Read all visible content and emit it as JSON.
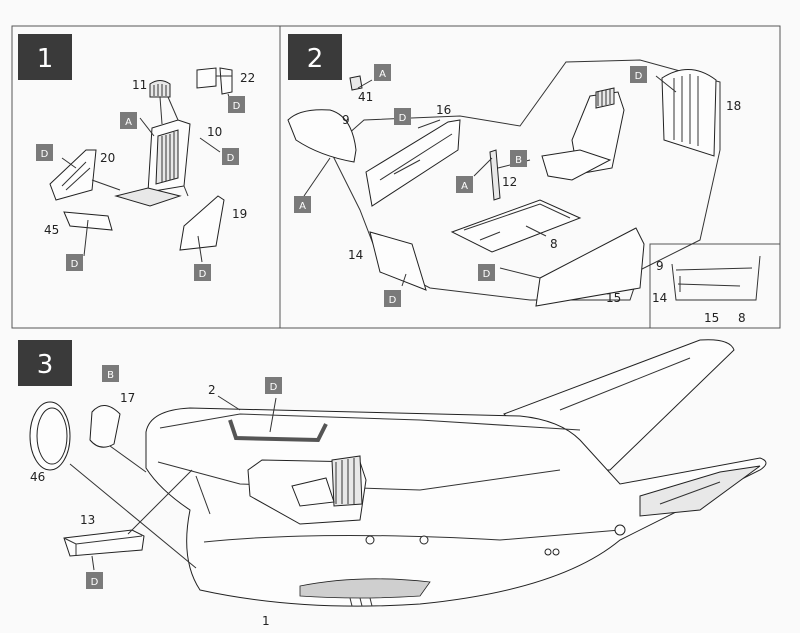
{
  "steps": {
    "one": {
      "title": "1",
      "parts": [
        "11",
        "22",
        "10",
        "20",
        "45",
        "19"
      ],
      "tags": [
        "A",
        "D",
        "D",
        "D",
        "D",
        "D"
      ]
    },
    "two": {
      "title": "2",
      "parts": [
        "41",
        "9",
        "16",
        "12",
        "8",
        "18",
        "14",
        "15"
      ],
      "tags": [
        "A",
        "A",
        "D",
        "B",
        "A",
        "D",
        "D",
        "D"
      ],
      "inset_parts": [
        "9",
        "14",
        "15",
        "8"
      ]
    },
    "three": {
      "title": "3",
      "parts": [
        "17",
        "2",
        "46",
        "13",
        "1"
      ],
      "tags": [
        "B",
        "D",
        "D"
      ]
    }
  },
  "colors": {
    "tag_fill": "#7a7a7a",
    "step_fill": "#3a3a3a",
    "line": "#333333",
    "frame": "#555555"
  }
}
